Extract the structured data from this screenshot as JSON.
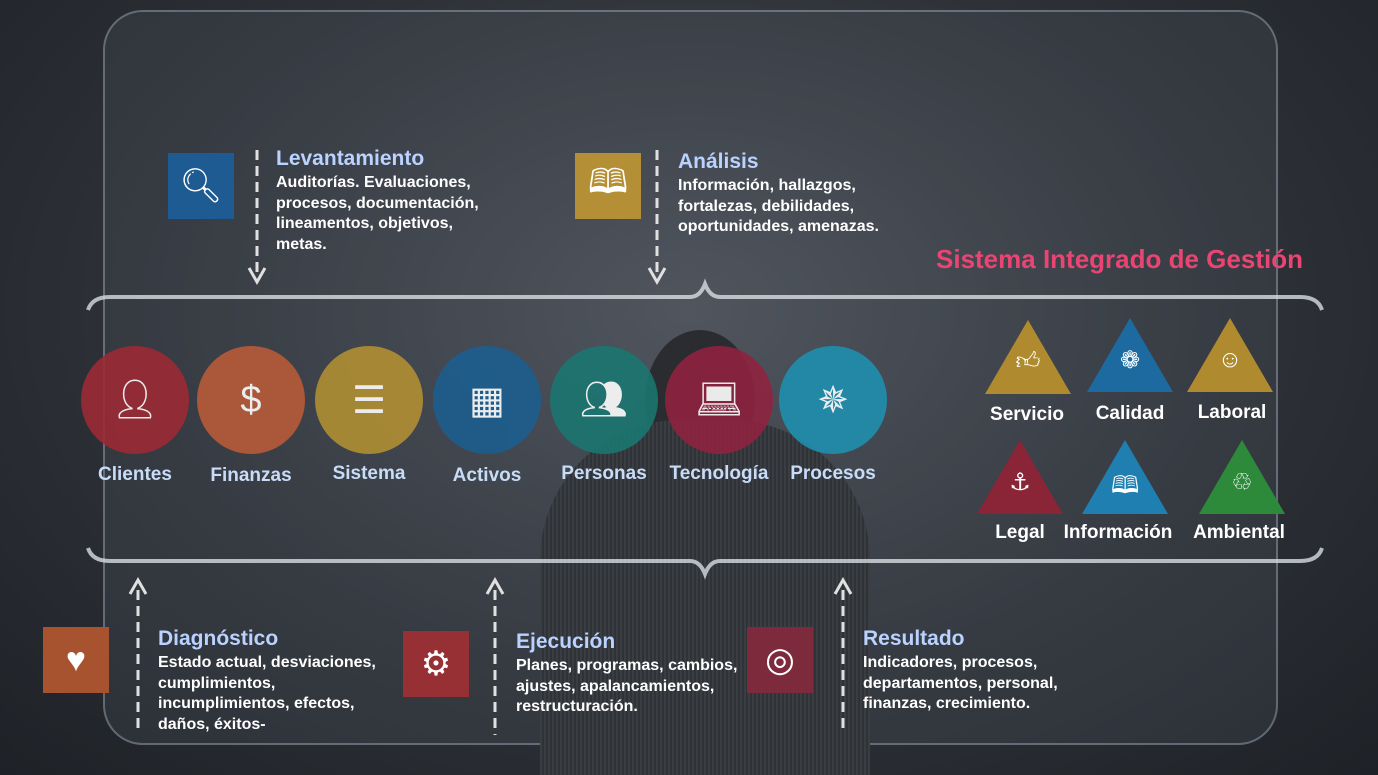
{
  "title": "Sistema Integrado de Gestión",
  "top_steps": [
    {
      "title": "Levantamiento",
      "text": "Auditorías. Evaluaciones, procesos, documentación, lineamentos, objetivos, metas.",
      "icon": "magnifier-icon",
      "color": "#1f5b93"
    },
    {
      "title": "Análisis",
      "text": "Información, hallazgos, fortalezas, debilidades, oportunidades, amenazas.",
      "icon": "book-icon",
      "color": "#b58f35"
    }
  ],
  "bottom_steps": [
    {
      "title": "Diagnóstico",
      "text": "Estado actual, desviaciones, cumplimientos, incumplimientos, efectos, daños, éxitos-",
      "icon": "heart-pulse-icon",
      "color": "#a7532f"
    },
    {
      "title": "Ejecución",
      "text": "Planes, programas, cambios, ajustes, apalancamientos, restructuración.",
      "icon": "gear-icon",
      "color": "#963035"
    },
    {
      "title": "Resultado",
      "text": "Indicadores, procesos, departamentos, personal, finanzas, crecimiento.",
      "icon": "target-icon",
      "color": "#7d2a3c"
    }
  ],
  "areas": [
    {
      "label": "Clientes",
      "icon": "user-icon",
      "color": "#9b2a34"
    },
    {
      "label": "Finanzas",
      "icon": "money-bag-icon",
      "color": "#b75a39"
    },
    {
      "label": "Sistema",
      "icon": "list-icon",
      "color": "#b08f33"
    },
    {
      "label": "Activos",
      "icon": "building-icon",
      "color": "#1d5e8f"
    },
    {
      "label": "Personas",
      "icon": "people-icon",
      "color": "#1b7670"
    },
    {
      "label": "Tecnología",
      "icon": "laptop-lock-icon",
      "color": "#8f2340"
    },
    {
      "label": "Procesos",
      "icon": "network-icon",
      "color": "#1f8fae"
    }
  ],
  "systems": [
    {
      "label": "Servicio",
      "icon": "thumbs-up-icon",
      "color": "#b08a2e"
    },
    {
      "label": "Calidad",
      "icon": "medal-icon",
      "color": "#1d6aa0"
    },
    {
      "label": "Laboral",
      "icon": "brain-head-icon",
      "color": "#b08a2e"
    },
    {
      "label": "Legal",
      "icon": "anchor-icon",
      "color": "#8a2538"
    },
    {
      "label": "Información",
      "icon": "book-icon",
      "color": "#1f7fb0"
    },
    {
      "label": "Ambiental",
      "icon": "recycle-icon",
      "color": "#2d8a3a"
    }
  ]
}
